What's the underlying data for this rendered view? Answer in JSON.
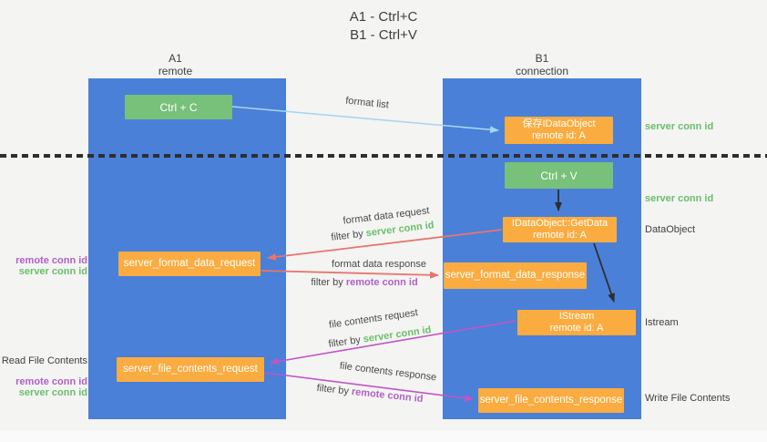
{
  "title": {
    "line1": "A1 - Ctrl+C",
    "line2": "B1 - Ctrl+V"
  },
  "columns": {
    "left": {
      "name": "A1",
      "role": "remote"
    },
    "right": {
      "name": "B1",
      "role": "connection"
    }
  },
  "nodes": {
    "ctrl_c": {
      "label": "Ctrl + C"
    },
    "ctrl_v": {
      "label": "Ctrl + V"
    },
    "save_dataobject": {
      "line1": "保存IDataObject",
      "line2": "remote id: A"
    },
    "getdata": {
      "line1": "IDataObject::GetData",
      "line2": "remote id: A"
    },
    "istream": {
      "line1": "IStream",
      "line2": "remote id: A"
    },
    "format_request": {
      "label": "server_format_data_request"
    },
    "format_response": {
      "label": "server_format_data_response"
    },
    "file_request": {
      "label": "server_file_contents_request"
    },
    "file_response": {
      "label": "server_file_contents_response"
    }
  },
  "arrow_labels": {
    "format_list": "format list",
    "format_data_request": "format data request",
    "format_data_request_filter_prefix": "filter by ",
    "format_data_request_filter_key": "server conn id",
    "format_data_response": "format data response",
    "format_data_response_filter_prefix": "filter by ",
    "format_data_response_filter_key": "remote conn id",
    "file_contents_request": "file contents request",
    "file_contents_request_filter_prefix": "filter by ",
    "file_contents_request_filter_key": "server conn id",
    "file_contents_response": "file contents response",
    "file_contents_response_filter_prefix": "filter by ",
    "file_contents_response_filter_key": "remote conn id"
  },
  "annotations": {
    "right": [
      {
        "text": "server conn id"
      },
      {
        "text": "server conn id"
      },
      {
        "text": "DataObject"
      },
      {
        "text": "Istream"
      },
      {
        "text": "Write File Contents"
      }
    ],
    "left": [
      {
        "text": "remote conn id"
      },
      {
        "text": "server conn id"
      },
      {
        "text": "Read File Contents"
      },
      {
        "text": "remote conn id"
      },
      {
        "text": "server conn id"
      }
    ]
  },
  "colors": {
    "column_blue": "#4a80d8",
    "box_green": "#77c17a",
    "box_orange": "#faac40",
    "arrow_lightblue": "#a5d6f2",
    "arrow_red": "#e8756d",
    "arrow_magenta": "#c155c5",
    "text_green": "#6abf6a",
    "text_purple": "#b060c8",
    "text_dark": "#3f3f3f",
    "bg": "#f4f4f3"
  }
}
